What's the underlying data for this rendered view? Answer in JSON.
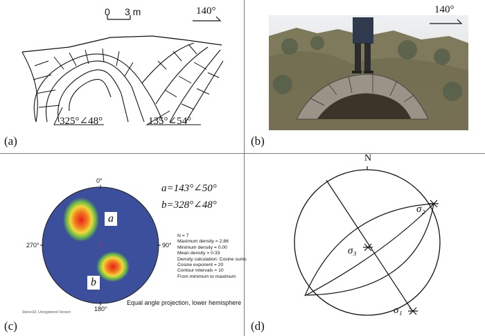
{
  "panels": {
    "a": {
      "label": "(a)",
      "scale_start": "0",
      "scale_end": "3 m",
      "direction": "140°",
      "attitude_left": "325°∠48°",
      "attitude_right": "135°∠54°"
    },
    "b": {
      "label": "(b)",
      "direction": "140°"
    },
    "c": {
      "label": "(c)",
      "north_tick": "0°",
      "east_tick": "90°",
      "south_tick": "180°",
      "west_tick": "270°",
      "attitude_a": "a=143°∠50°",
      "attitude_b": "b=328°∠48°",
      "cluster_a_label": "a",
      "cluster_b_label": "b",
      "stats": [
        "N = 7",
        "Maximum density = 2.88",
        "Minimum density = 0.00",
        "Mean density = 0.33",
        "Density calculation: Cosine sums",
        "Cosine exponent = 20",
        "Contour intervals = 10",
        "From minimum to maximum"
      ],
      "caption": "Equal angle projection, lower hemisphere",
      "watermark": "Stereo32, Unregistered Version",
      "colors": {
        "background": "#3c4f9c",
        "cluster_core": "#e8201c"
      }
    },
    "d": {
      "label": "(d)",
      "north": "N",
      "sigma1": "σ₁",
      "sigma2": "σ₂",
      "sigma3": "σ₃"
    }
  }
}
